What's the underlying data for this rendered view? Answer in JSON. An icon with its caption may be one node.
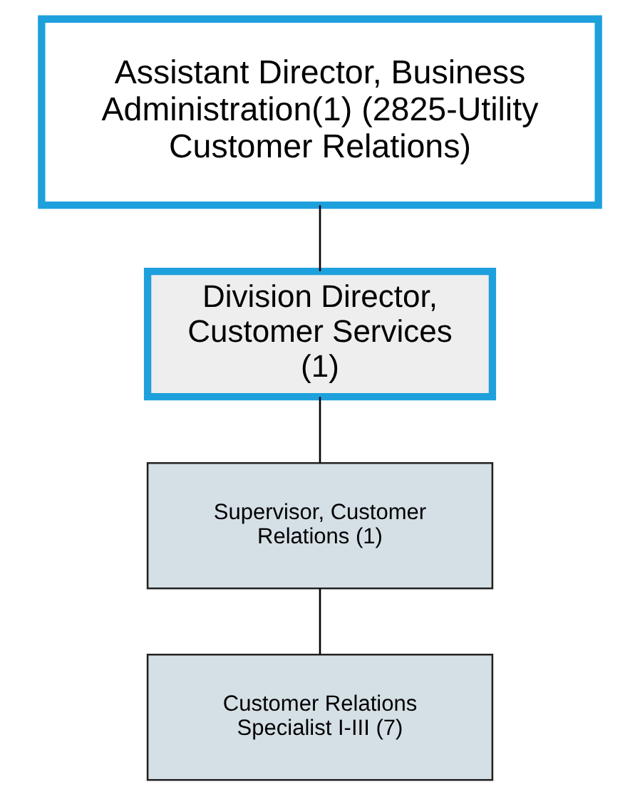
{
  "diagram": {
    "nodes": [
      {
        "text": [
          "Assistant Director, Business Administration(1) (2825-Utility Customer Relations)"
        ]
      },
      {
        "text": [
          "Division Director, Customer Services (1)"
        ]
      },
      {
        "text": [
          "Supervisor, Customer Relations (1)"
        ]
      },
      {
        "text": [
          "Customer Relations Specialist I-III (7)"
        ]
      }
    ],
    "edges": [
      {
        "from": 0,
        "to": 1,
        "arrow": "none"
      },
      {
        "from": 1,
        "to": 2,
        "arrow": "none"
      },
      {
        "from": 2,
        "to": 3,
        "arrow": "none"
      }
    ]
  }
}
